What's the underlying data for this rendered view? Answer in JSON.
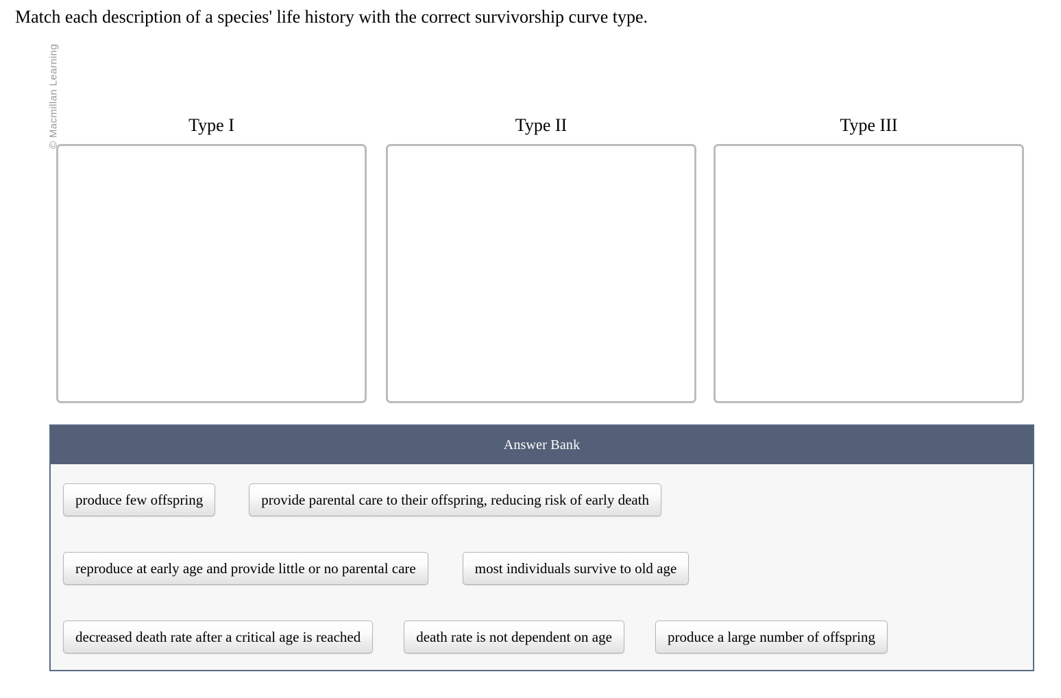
{
  "watermark": {
    "text": "© Macmillan Learning"
  },
  "prompt": {
    "text": "Match each description of a species' life history with the correct survivorship curve type."
  },
  "zones": [
    {
      "label": "Type I",
      "contents": []
    },
    {
      "label": "Type II",
      "contents": []
    },
    {
      "label": "Type III",
      "contents": []
    }
  ],
  "answer_bank": {
    "title": "Answer Bank",
    "rows": [
      [
        {
          "label": "produce few offspring"
        },
        {
          "label": "provide parental care to their offspring, reducing risk of early death"
        }
      ],
      [
        {
          "label": "reproduce at early age and provide little or no parental care"
        },
        {
          "label": "most individuals survive to old age"
        }
      ],
      [
        {
          "label": "decreased death rate after a critical age is reached"
        },
        {
          "label": "death rate is not dependent on age"
        },
        {
          "label": "produce a large number of offspring"
        }
      ]
    ]
  },
  "colors": {
    "header_bar": "#536077",
    "panel_border": "#5a6a84",
    "panel_body": "#f7f7f7",
    "zone_border": "#bcbcbc",
    "tile_border": "#b5b5b5",
    "watermark_text": "#9a9a9a"
  }
}
